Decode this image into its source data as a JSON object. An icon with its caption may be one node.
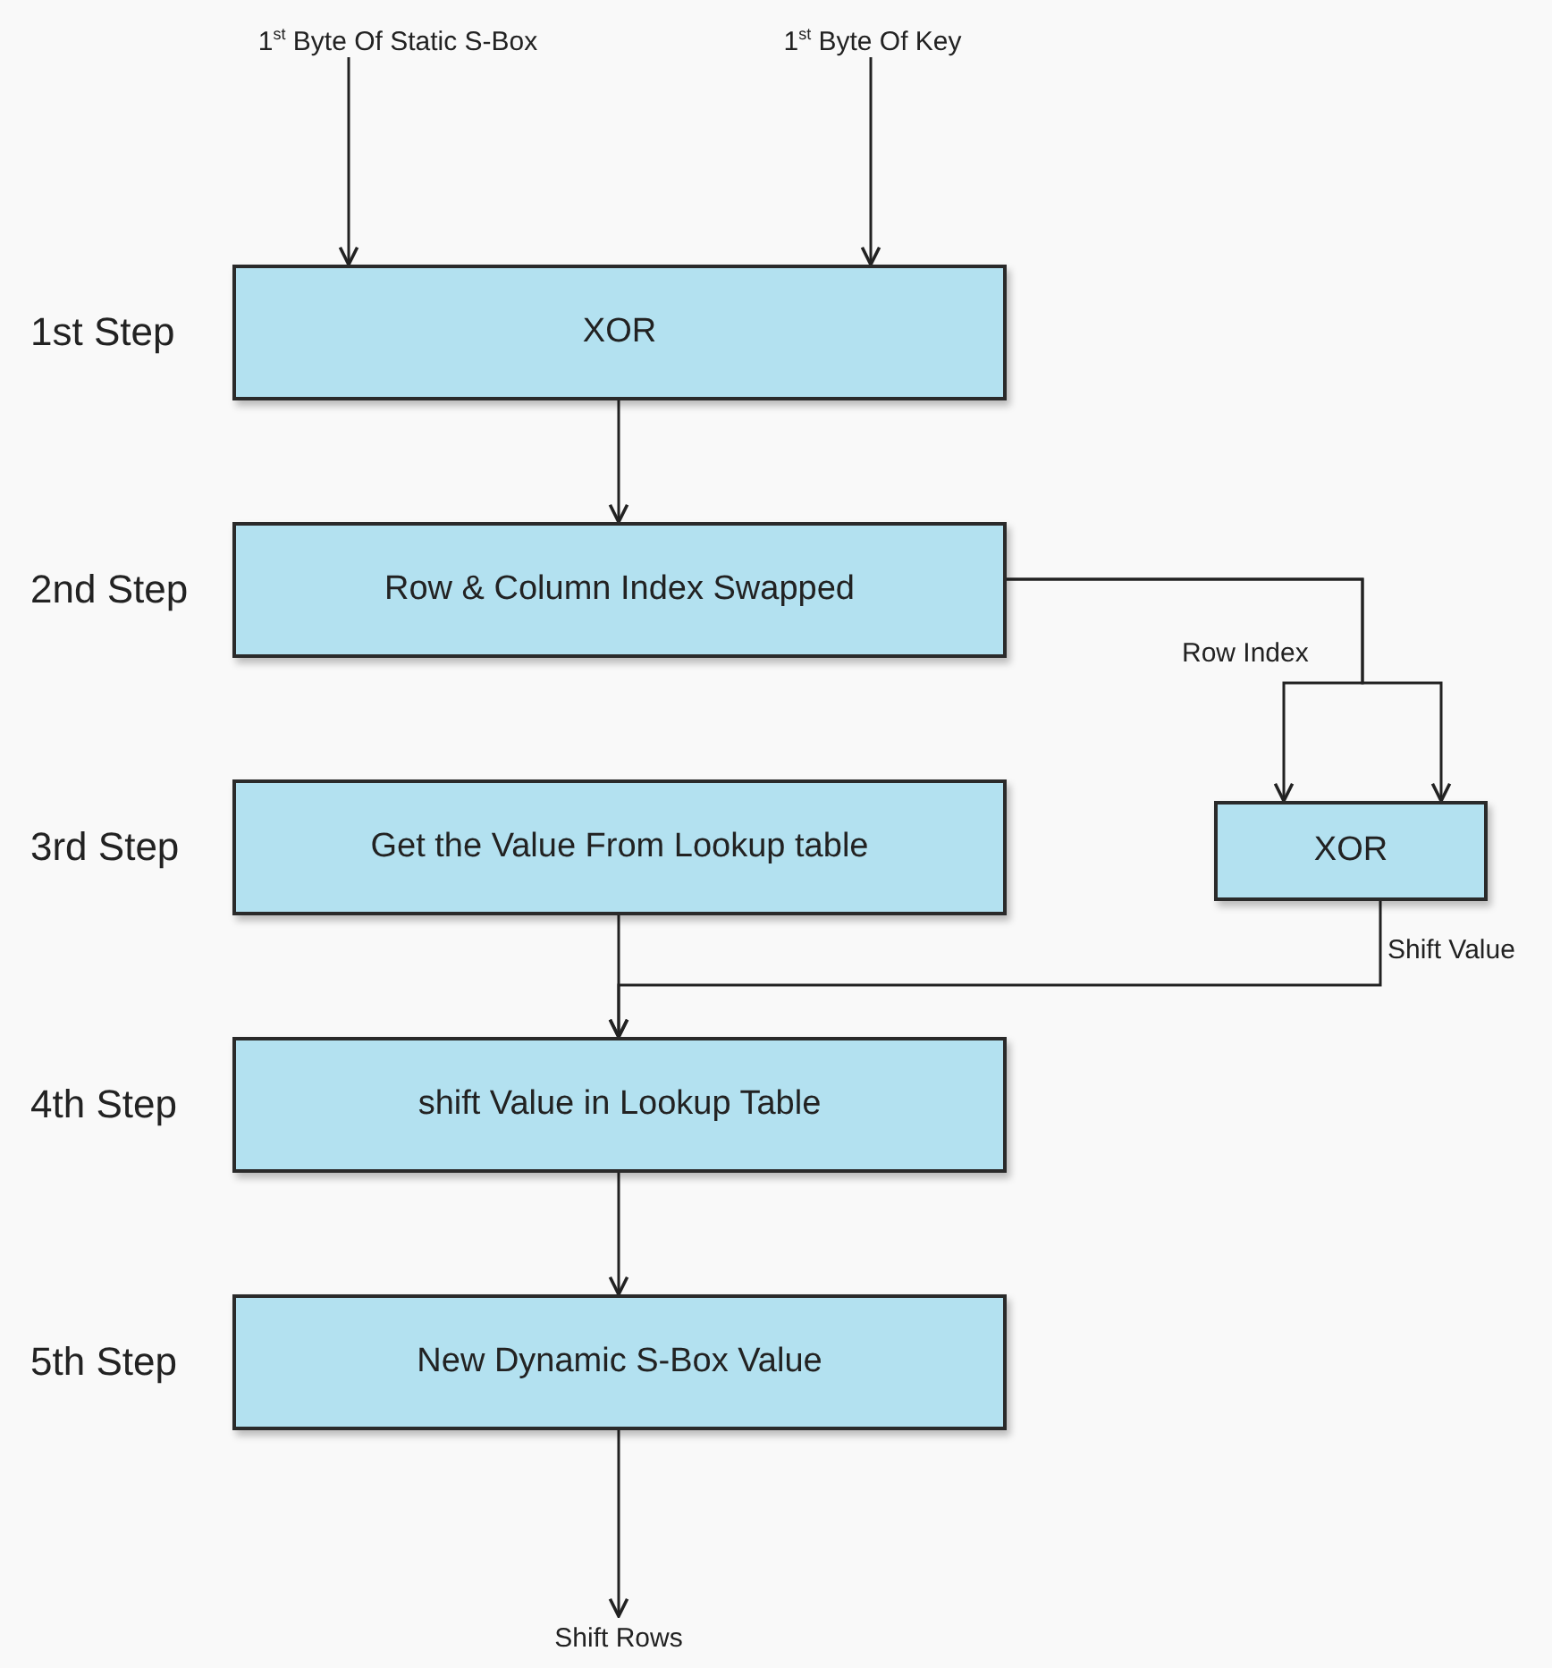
{
  "diagram": {
    "nodes": [
      {
        "text": [
          "1$^{st}$ Byte Of Static S-Box"
        ]
      },
      {
        "text": [
          "1$^{st}$ Byte Of Key"
        ]
      },
      {
        "text": [
          "XOR"
        ],
        "beside": [
          "1st Step"
        ]
      },
      {
        "text": [
          "Row & Column Index Swapped"
        ],
        "beside": [
          "2nd Step"
        ]
      },
      {
        "text": [
          "Get the Value From Lookup table"
        ],
        "beside": [
          "3rd Step"
        ]
      },
      {
        "text": [
          "XOR"
        ]
      },
      {
        "text": [
          "shift Value in Lookup Table"
        ],
        "beside": [
          "4th Step"
        ]
      },
      {
        "text": [
          "New Dynamic S-Box Value"
        ],
        "beside": [
          "5th Step"
        ]
      },
      {
        "text": [
          "Shift Rows"
        ]
      }
    ],
    "edges": [
      {
        "from": 0,
        "to": 2,
        "arrow": "to"
      },
      {
        "from": 1,
        "to": 2,
        "arrow": "to"
      },
      {
        "from": 2,
        "to": 3,
        "arrow": "to"
      },
      {
        "from": 3,
        "to": 5,
        "arrow": "to",
        "label": "Row Index"
      },
      {
        "from": 3,
        "to": 5,
        "arrow": "to"
      },
      {
        "from": 4,
        "to": 6,
        "arrow": "to"
      },
      {
        "from": 5,
        "to": 6,
        "arrow": "to",
        "label": "Shift Value"
      },
      {
        "from": 6,
        "to": 7,
        "arrow": "to"
      },
      {
        "from": 7,
        "to": 8,
        "arrow": "to"
      }
    ]
  }
}
